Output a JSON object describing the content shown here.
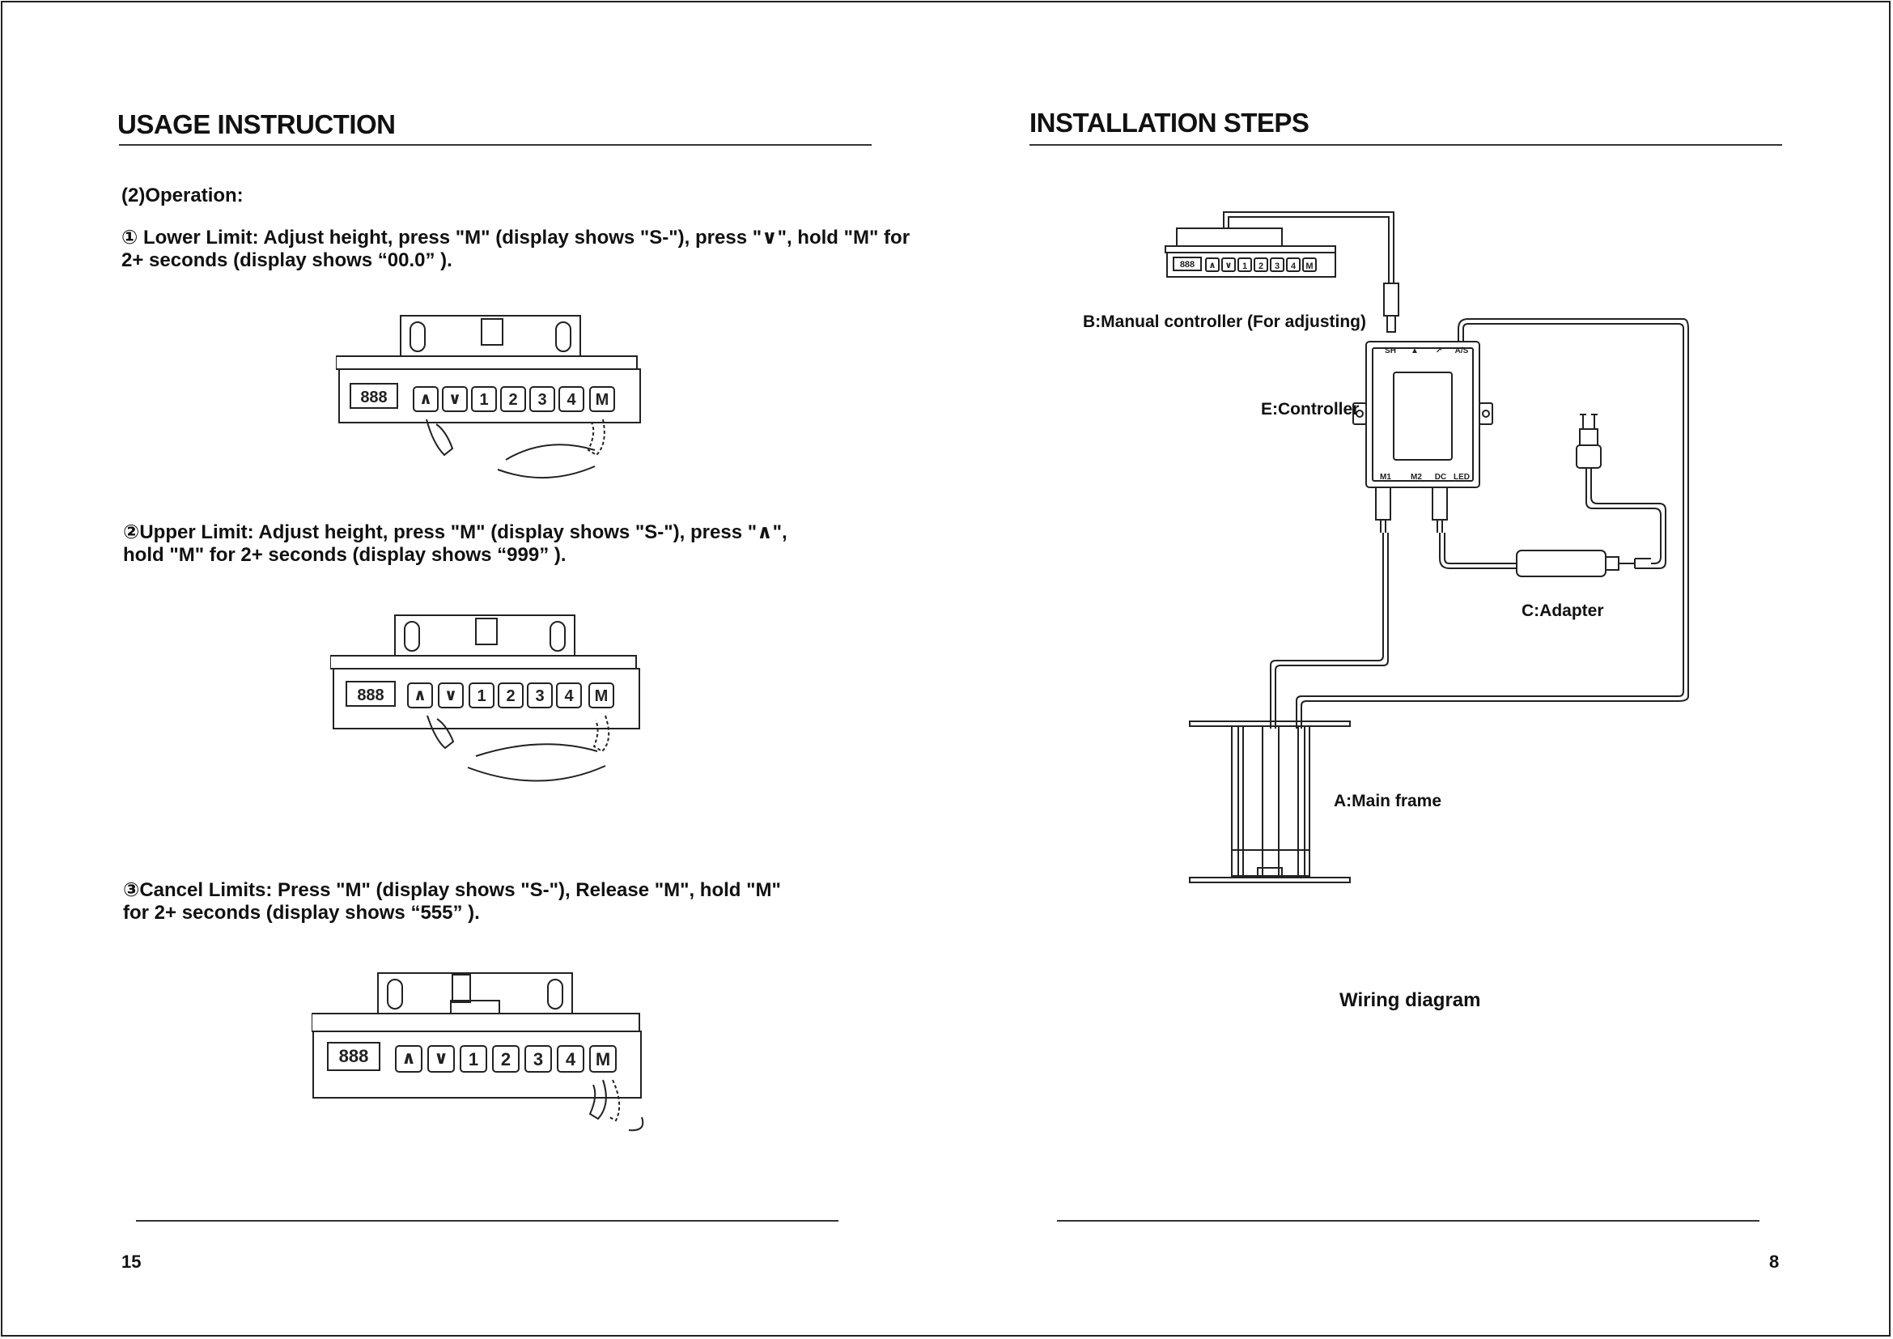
{
  "left_page": {
    "heading": "USAGE INSTRUCTION",
    "section_title": "(2)Operation:",
    "steps": [
      {
        "line1": "① Lower Limit: Adjust height, press \"M\" (display shows \"S-\"), press \"∨\", hold \"M\" for",
        "line2": "2+ seconds (display shows  “00.0” )."
      },
      {
        "line1": "②Upper Limit: Adjust height, press \"M\" (display shows \"S-\"), press \"∧\",",
        "line2": "hold \"M\" for 2+ seconds (display shows  “999” )."
      },
      {
        "line1": "③Cancel Limits: Press \"M\" (display shows \"S-\"), Release \"M\", hold \"M\"",
        "line2": "for 2+ seconds (display shows  “555” )."
      }
    ],
    "keypad": {
      "display_text": "888",
      "up_glyph": "∧",
      "down_glyph": "∨",
      "keys": [
        "1",
        "2",
        "3",
        "4",
        "M"
      ]
    },
    "page_number": "15"
  },
  "right_page": {
    "heading": "INSTALLATION STEPS",
    "labels": {
      "manual_controller": "B:Manual controller (For adjusting)",
      "controller": "E:Controller",
      "adapter": "C:Adapter",
      "main_frame": "A:Main frame"
    },
    "port_labels": {
      "top": [
        "SH",
        "▲",
        "↗",
        "A/S"
      ],
      "bottom": [
        "M1",
        "M2",
        "DC",
        "LED"
      ]
    },
    "caption": "Wiring diagram",
    "page_number": "8"
  }
}
